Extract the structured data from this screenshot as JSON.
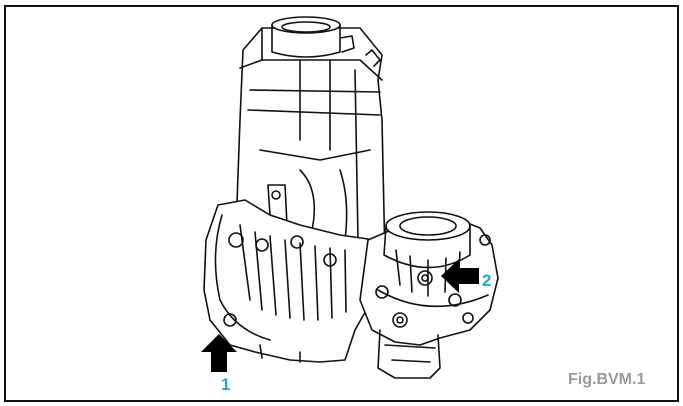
{
  "figure": {
    "label": "Fig.BVM.1",
    "label_color": "#9a9a9a"
  },
  "callouts": [
    {
      "number": "1",
      "color": "#1aa7e0"
    },
    {
      "number": "2",
      "color": "#1aa7e0"
    }
  ],
  "colors": {
    "line": "#111111",
    "frame": "#111111",
    "background": "#ffffff",
    "arrow": "#000000"
  }
}
